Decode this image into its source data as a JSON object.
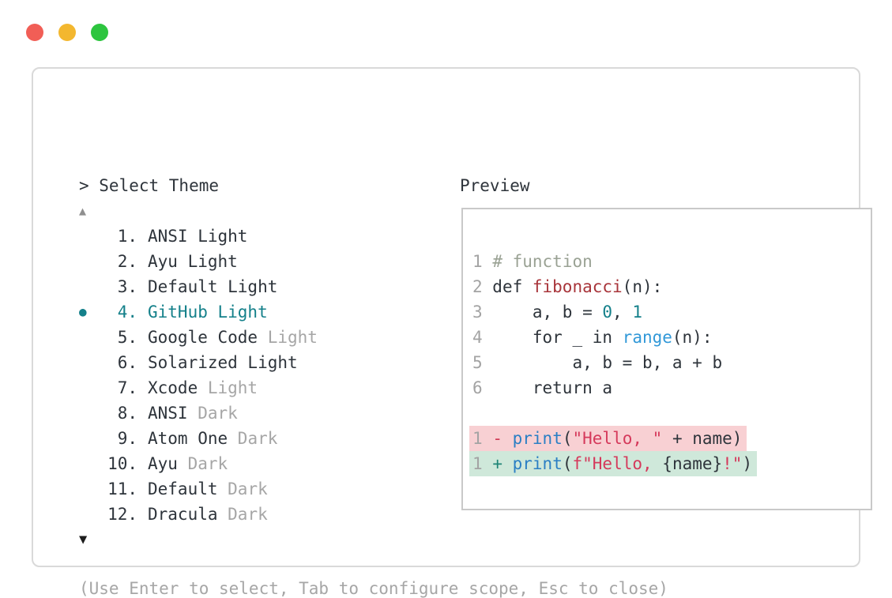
{
  "colors": {
    "ink": "#2e343b",
    "muted": "#a6a6a6",
    "lineno": "#a3a3a3",
    "teal": "#14808a",
    "comment": "#9aa294",
    "func_red": "#a8343a",
    "string_red": "#d5395b",
    "print_blue": "#2b7fc4",
    "range_blue": "#3198d8",
    "plus_teal": "#1f8576",
    "minus_red": "#d03a55",
    "diff_del_bg": "#f8d0d3",
    "diff_add_bg": "#cfe8da",
    "window_border": "#d9d9d9",
    "box_border": "#c9c9c9",
    "light_red": "#f15e56",
    "light_yellow": "#f3b72f",
    "light_green": "#2dc53f",
    "arrow_up": "#8f8f8f",
    "arrow_down": "#1d1d1d"
  },
  "traffic_lights": {
    "close": "#f15e56",
    "minimize": "#f3b72f",
    "maximize": "#2dc53f"
  },
  "picker": {
    "prompt": "> Select Theme",
    "scroll_up_icon": "▲",
    "scroll_down_icon": "▼",
    "selected_marker": "●",
    "selected_number": "4.",
    "selected_label": "GitHub Light",
    "help": "(Use Enter to select, Tab to configure scope, Esc to close)",
    "items": [
      {
        "number": "1.",
        "selected": false,
        "segments": [
          {
            "text": "ANSI Light",
            "style": "item"
          }
        ]
      },
      {
        "number": "2.",
        "selected": false,
        "segments": [
          {
            "text": "Ayu Light",
            "style": "item"
          }
        ]
      },
      {
        "number": "3.",
        "selected": false,
        "segments": [
          {
            "text": "Default Light",
            "style": "item"
          }
        ]
      },
      {
        "number": "4.",
        "selected": true,
        "segments": [
          {
            "text": "GitHub Light",
            "style": "selected"
          }
        ]
      },
      {
        "number": "5.",
        "selected": false,
        "segments": [
          {
            "text": "Google Code ",
            "style": "item"
          },
          {
            "text": "Light",
            "style": "muted"
          }
        ]
      },
      {
        "number": "6.",
        "selected": false,
        "segments": [
          {
            "text": "Solarized Light",
            "style": "item"
          }
        ]
      },
      {
        "number": "7.",
        "selected": false,
        "segments": [
          {
            "text": "Xcode ",
            "style": "item"
          },
          {
            "text": "Light",
            "style": "muted"
          }
        ]
      },
      {
        "number": "8.",
        "selected": false,
        "segments": [
          {
            "text": "ANSI ",
            "style": "item"
          },
          {
            "text": "Dark",
            "style": "muted"
          }
        ]
      },
      {
        "number": "9.",
        "selected": false,
        "segments": [
          {
            "text": "Atom One ",
            "style": "item"
          },
          {
            "text": "Dark",
            "style": "muted"
          }
        ]
      },
      {
        "number": "10.",
        "selected": false,
        "segments": [
          {
            "text": "Ayu ",
            "style": "item"
          },
          {
            "text": "Dark",
            "style": "muted"
          }
        ]
      },
      {
        "number": "11.",
        "selected": false,
        "segments": [
          {
            "text": "Default ",
            "style": "item"
          },
          {
            "text": "Dark",
            "style": "muted"
          }
        ]
      },
      {
        "number": "12.",
        "selected": false,
        "segments": [
          {
            "text": "Dracula ",
            "style": "item"
          },
          {
            "text": "Dark",
            "style": "muted"
          }
        ]
      }
    ]
  },
  "preview": {
    "label": "Preview",
    "code_lines": [
      {
        "diff": null,
        "segments": [
          {
            "text": "1",
            "style": "lineno"
          },
          {
            "text": " ",
            "style": "plain"
          },
          {
            "text": "# function",
            "style": "comment"
          }
        ]
      },
      {
        "diff": null,
        "segments": [
          {
            "text": "2",
            "style": "lineno"
          },
          {
            "text": " def ",
            "style": "plain"
          },
          {
            "text": "fibonacci",
            "style": "function"
          },
          {
            "text": "(n):",
            "style": "plain"
          }
        ]
      },
      {
        "diff": null,
        "segments": [
          {
            "text": "3",
            "style": "lineno"
          },
          {
            "text": "     a, b = ",
            "style": "plain"
          },
          {
            "text": "0",
            "style": "literal"
          },
          {
            "text": ", ",
            "style": "plain"
          },
          {
            "text": "1",
            "style": "literal"
          }
        ]
      },
      {
        "diff": null,
        "segments": [
          {
            "text": "4",
            "style": "lineno"
          },
          {
            "text": "     for _ in ",
            "style": "plain"
          },
          {
            "text": "range",
            "style": "builtin"
          },
          {
            "text": "(n):",
            "style": "plain"
          }
        ]
      },
      {
        "diff": null,
        "segments": [
          {
            "text": "5",
            "style": "lineno"
          },
          {
            "text": "         a, b = b, a + b",
            "style": "plain"
          }
        ]
      },
      {
        "diff": null,
        "segments": [
          {
            "text": "6",
            "style": "lineno"
          },
          {
            "text": "     return a",
            "style": "plain"
          }
        ]
      },
      {
        "diff": null,
        "segments": []
      },
      {
        "diff": "del",
        "segments": [
          {
            "text": "1",
            "style": "lineno"
          },
          {
            "text": " ",
            "style": "plain"
          },
          {
            "text": "-",
            "style": "minus"
          },
          {
            "text": " ",
            "style": "plain"
          },
          {
            "text": "print",
            "style": "print"
          },
          {
            "text": "(",
            "style": "plain"
          },
          {
            "text": "\"Hello, \"",
            "style": "string"
          },
          {
            "text": " + name)",
            "style": "plain"
          }
        ]
      },
      {
        "diff": "add",
        "segments": [
          {
            "text": "1",
            "style": "lineno"
          },
          {
            "text": " ",
            "style": "plain"
          },
          {
            "text": "+",
            "style": "plus"
          },
          {
            "text": " ",
            "style": "plain"
          },
          {
            "text": "print",
            "style": "print"
          },
          {
            "text": "(",
            "style": "plain"
          },
          {
            "text": "f\"Hello, ",
            "style": "string"
          },
          {
            "text": "{name}",
            "style": "plain"
          },
          {
            "text": "!\"",
            "style": "string"
          },
          {
            "text": ")",
            "style": "plain"
          }
        ]
      }
    ]
  }
}
